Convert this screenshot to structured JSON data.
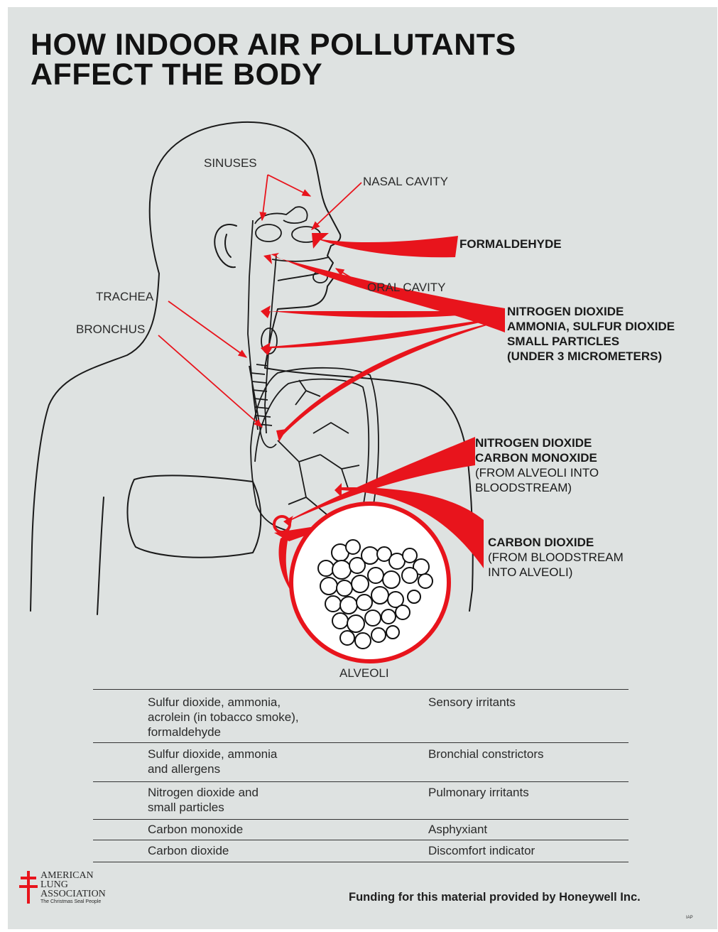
{
  "title": {
    "line1": "HOW INDOOR AIR POLLUTANTS",
    "line2": "AFFECT THE BODY"
  },
  "anatomy_labels": {
    "sinuses": "SINUSES",
    "nasal_cavity": "NASAL CAVITY",
    "oral_cavity": "ORAL CAVITY",
    "trachea": "TRACHEA",
    "bronchus": "BRONCHUS",
    "alveoli": "ALVEOLI"
  },
  "pollutant_labels": {
    "group1": {
      "line1": "FORMALDEHYDE"
    },
    "group2": {
      "line1": "NITROGEN DIOXIDE",
      "line2": "AMMONIA, SULFUR DIOXIDE",
      "line3": "SMALL PARTICLES",
      "line4": "(UNDER 3 MICROMETERS)"
    },
    "group3": {
      "line1": "NITROGEN DIOXIDE",
      "line2": "CARBON MONOXIDE",
      "line3": "(FROM ALVEOLI INTO",
      "line4": "BLOODSTREAM)"
    },
    "group4": {
      "line1": "CARBON DIOXIDE",
      "line2": "(FROM BLOODSTREAM",
      "line3": "INTO ALVEOLI)"
    }
  },
  "colors": {
    "arrow_red": "#e8141c",
    "background": "#dee2e1",
    "line": "#1a1a1a"
  },
  "effects_table": [
    {
      "pollutants": [
        "Sulfur dioxide, ammonia,",
        "acrolein (in tobacco smoke),",
        "formaldehyde"
      ],
      "effect": "Sensory irritants"
    },
    {
      "pollutants": [
        "Sulfur dioxide, ammonia",
        "and allergens"
      ],
      "effect": "Bronchial constrictors"
    },
    {
      "pollutants": [
        "Nitrogen dioxide and",
        "small particles"
      ],
      "effect": "Pulmonary irritants"
    },
    {
      "pollutants": [
        "Carbon monoxide"
      ],
      "effect": "Asphyxiant"
    },
    {
      "pollutants": [
        "Carbon dioxide"
      ],
      "effect": "Discomfort indicator"
    }
  ],
  "footer": {
    "logo_line1": "AMERICAN",
    "logo_line2": "LUNG",
    "logo_line3": "ASSOCIATION",
    "logo_tagline": "The Christmas Seal People",
    "logo_icon": "double-barred-cross-icon",
    "funding": "Funding for this material provided by Honeywell Inc.",
    "code": "IAP"
  }
}
